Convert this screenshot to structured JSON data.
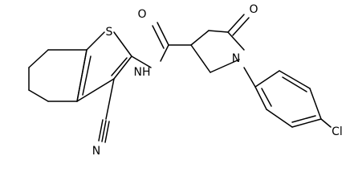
{
  "structure": {
    "atoms": {
      "sulfur": "S",
      "carbonyl_oxygen_amide": "O",
      "carbonyl_oxygen_lactam": "O",
      "amide_nh": "NH",
      "ring_nitrogen": "N",
      "nitrile_nitrogen": "N",
      "chlorine": "Cl"
    }
  },
  "colors": {
    "bond": "#000000",
    "text": "#000000",
    "background": "#ffffff"
  }
}
